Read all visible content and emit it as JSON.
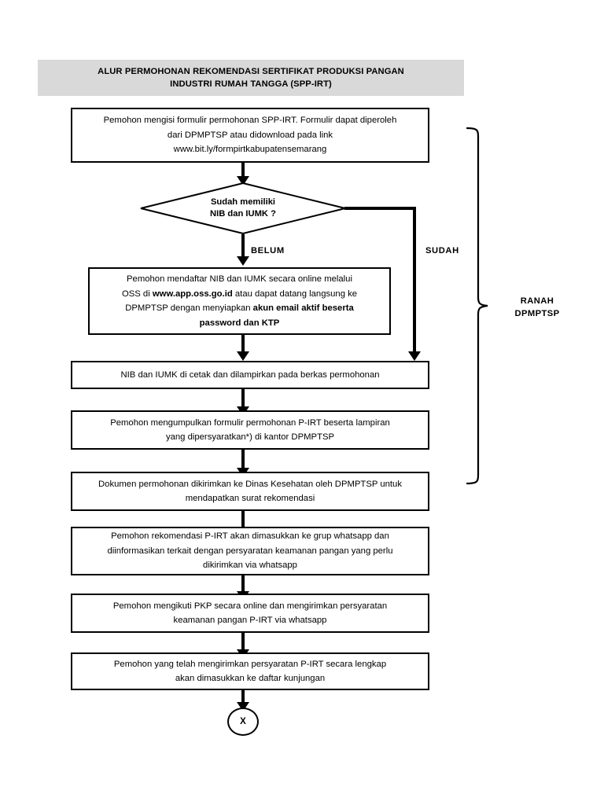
{
  "header": {
    "line1": "ALUR PERMOHONAN REKOMENDASI SERTIFIKAT PRODUKSI PANGAN",
    "line2": "INDUSTRI RUMAH TANGGA (SPP-IRT)",
    "background_color": "#d9d9d9"
  },
  "nodes": {
    "step1": {
      "type": "process",
      "text": "Pemohon mengisi formulir permohonan SPP-IRT. Formulir dapat diperoleh dari DPMPTSP atau didownload pada link www.bit.ly/formpirtkabupatensemarang",
      "line1": "Pemohon mengisi formulir permohonan SPP-IRT. Formulir dapat diperoleh",
      "line2": "dari DPMPTSP atau didownload pada link",
      "line3": "www.bit.ly/formpirtkabupatensemarang"
    },
    "decision": {
      "type": "decision",
      "line1": "Sudah memiliki",
      "line2": "NIB dan IUMK ?",
      "branch_no": "BELUM",
      "branch_yes": "SUDAH"
    },
    "step2": {
      "type": "process",
      "line1_a": "Pemohon mendaftar NIB dan IUMK secara online melalui",
      "line2_a": "OSS di ",
      "line2_b": "www.app.oss.go.id",
      "line2_c": " atau dapat datang langsung ke",
      "line3_a": "DPMPTSP dengan menyiapkan ",
      "line3_b": "akun email aktif beserta",
      "line4_b": "password dan KTP"
    },
    "step3": {
      "type": "process",
      "line1": "NIB dan IUMK di cetak dan dilampirkan pada berkas permohonan"
    },
    "step4": {
      "type": "process",
      "line1": "Pemohon mengumpulkan formulir permohonan P-IRT beserta lampiran",
      "line2": "yang dipersyaratkan*) di kantor DPMPTSP"
    },
    "step5": {
      "type": "process",
      "line1": "Dokumen permohonan dikirimkan ke Dinas Kesehatan oleh DPMPTSP untuk",
      "line2": "mendapatkan surat rekomendasi"
    },
    "step6": {
      "type": "process",
      "line1": "Pemohon rekomendasi P-IRT akan dimasukkan ke grup whatsapp dan",
      "line2": "diinformasikan terkait dengan persyaratan keamanan pangan yang perlu",
      "line3": "dikirimkan via whatsapp"
    },
    "step7": {
      "type": "process",
      "line1": "Pemohon mengikuti PKP secara online dan mengirimkan persyaratan",
      "line2": "keamanan pangan P-IRT via whatsapp"
    },
    "step8": {
      "type": "process",
      "line1": "Pemohon yang telah mengirimkan persyaratan P-IRT secara lengkap",
      "line2": "akan dimasukkan ke daftar kunjungan"
    },
    "terminator": {
      "type": "connector",
      "label": "X"
    }
  },
  "scope": {
    "line1": "RANAH",
    "line2": "DPMPTSP"
  },
  "colors": {
    "stroke": "#000000",
    "page_background": "#ffffff",
    "header_fill": "#d9d9d9"
  }
}
